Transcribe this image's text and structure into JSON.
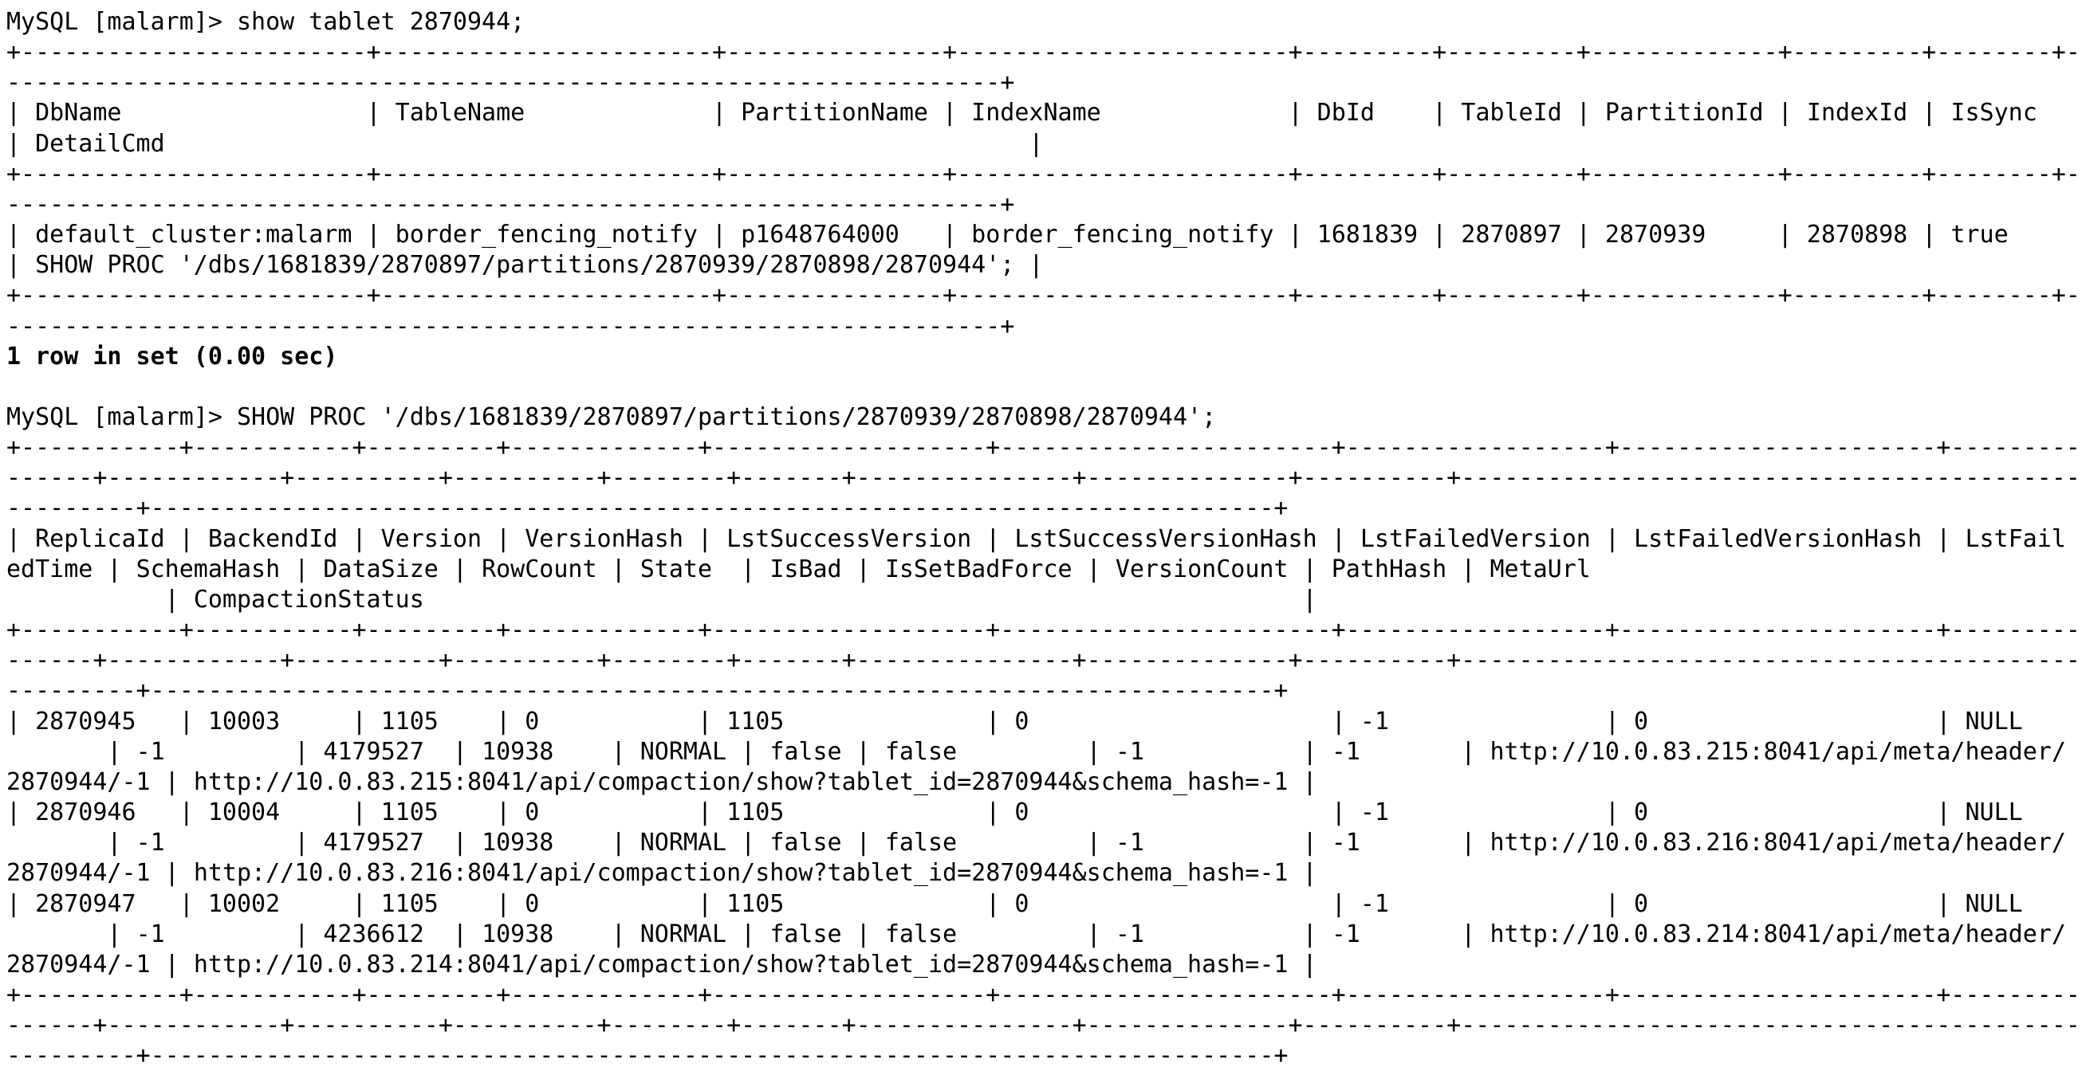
{
  "terminal": {
    "colors": {
      "background": "#ffffff",
      "text": "#000000"
    },
    "prompt": "MySQL [malarm]> ",
    "command1": "show tablet 2870944;",
    "table1": {
      "columns": [
        "DbName",
        "TableName",
        "PartitionName",
        "IndexName",
        "DbId",
        "TableId",
        "PartitionId",
        "IndexId",
        "IsSync",
        "DetailCmd"
      ],
      "rows": [
        [
          "default_cluster:malarm",
          "border_fencing_notify",
          "p1648764000",
          "border_fencing_notify",
          "1681839",
          "2870897",
          "2870939",
          "2870898",
          "true",
          "SHOW PROC '/dbs/1681839/2870897/partitions/2870939/2870898/2870944';"
        ]
      ]
    },
    "status1": "1 row in set (0.00 sec)",
    "command2": "SHOW PROC '/dbs/1681839/2870897/partitions/2870939/2870898/2870944';",
    "table2": {
      "columns": [
        "ReplicaId",
        "BackendId",
        "Version",
        "VersionHash",
        "LstSuccessVersion",
        "LstSuccessVersionHash",
        "LstFailedVersion",
        "LstFailedVersionHash",
        "LstFailedTime",
        "SchemaHash",
        "DataSize",
        "RowCount",
        "State",
        "IsBad",
        "IsSetBadForce",
        "VersionCount",
        "PathHash",
        "MetaUrl",
        "CompactionStatus"
      ],
      "rows": [
        [
          "2870945",
          "10003",
          "1105",
          "0",
          "1105",
          "0",
          "-1",
          "0",
          "NULL",
          "-1",
          "4179527",
          "10938",
          "NORMAL",
          "false",
          "false",
          "-1",
          "-1",
          "http://10.0.83.215:8041/api/meta/header/2870944/-1",
          "http://10.0.83.215:8041/api/compaction/show?tablet_id=2870944&schema_hash=-1"
        ],
        [
          "2870946",
          "10004",
          "1105",
          "0",
          "1105",
          "0",
          "-1",
          "0",
          "NULL",
          "-1",
          "4179527",
          "10938",
          "NORMAL",
          "false",
          "false",
          "-1",
          "-1",
          "http://10.0.83.216:8041/api/meta/header/2870944/-1",
          "http://10.0.83.216:8041/api/compaction/show?tablet_id=2870944&schema_hash=-1"
        ],
        [
          "2870947",
          "10002",
          "1105",
          "0",
          "1105",
          "0",
          "-1",
          "0",
          "NULL",
          "-1",
          "4236612",
          "10938",
          "NORMAL",
          "false",
          "false",
          "-1",
          "-1",
          "http://10.0.83.214:8041/api/meta/header/2870944/-1",
          "http://10.0.83.214:8041/api/compaction/show?tablet_id=2870944&schema_hash=-1"
        ]
      ]
    }
  }
}
